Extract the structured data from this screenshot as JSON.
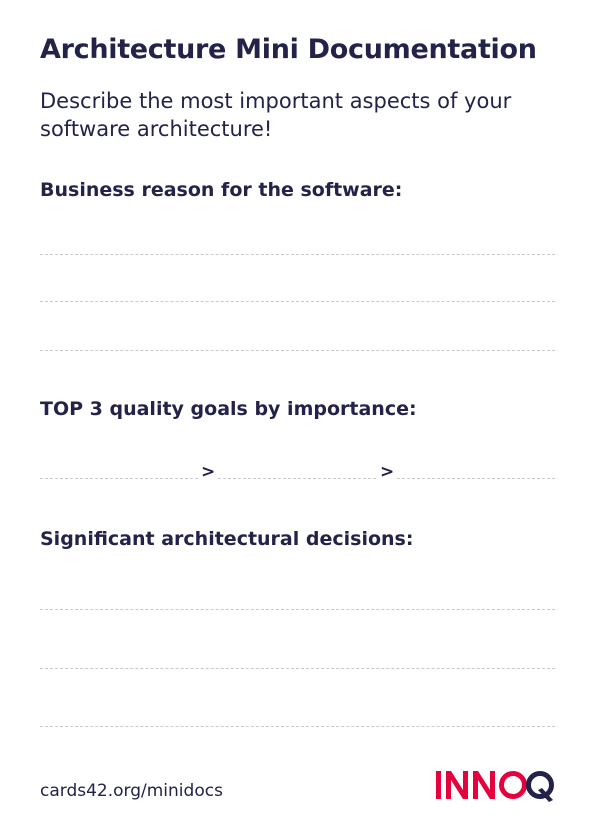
{
  "title": "Architecture Mini Documentation",
  "subtitle": "Describe the most important aspects of your software architecture!",
  "sections": {
    "business_reason": {
      "heading": "Business reason for the software:"
    },
    "quality_goals": {
      "heading": "TOP 3 quality goals by importance:",
      "separator": ">"
    },
    "decisions": {
      "heading": "Significant architectural decisions:"
    }
  },
  "footer": {
    "url": "cards42.org/minidocs"
  },
  "logo": {
    "text": "INNOQ",
    "colors": {
      "inno": "#e5003e",
      "q": "#23234a"
    }
  },
  "colors": {
    "text": "#23234a",
    "line": "#c9c9cc",
    "brand_red": "#e5003e"
  }
}
